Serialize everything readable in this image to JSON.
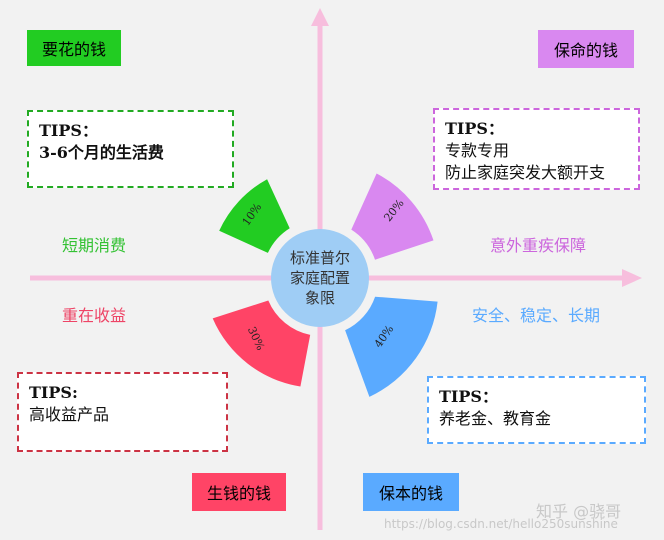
{
  "quadrants": {
    "top_left": {
      "tag": "要花的钱",
      "tips_title": "TIPS：",
      "tips_lines": [
        "3-6个月的生活费"
      ],
      "label": "短期消费",
      "percent": "10%"
    },
    "top_right": {
      "tag": "保命的钱",
      "tips_title": "TIPS：",
      "tips_lines": [
        "专款专用",
        "防止家庭突发大额开支"
      ],
      "label": "意外重疾保障",
      "percent": "20%"
    },
    "bottom_left": {
      "tag": "生钱的钱",
      "tips_title": "TIPS:",
      "tips_lines": [
        "高收益产品"
      ],
      "label": "重在收益",
      "percent": "30%"
    },
    "bottom_right": {
      "tag": "保本的钱",
      "tips_title": "TIPS：",
      "tips_lines": [
        "养老金、教育金"
      ],
      "label": "安全、稳定、长期",
      "percent": "40%"
    }
  },
  "center": {
    "lines": [
      "标准普尔",
      "家庭配置",
      "象限"
    ]
  },
  "watermark": {
    "zhihu": "知乎 @骁哥",
    "url": "https://blog.csdn.net/hello250sunshine"
  },
  "colors": {
    "green": "#22cc22",
    "violet": "#d988f0",
    "red": "#ff4466",
    "blue": "#5aaaff",
    "center": "#9fcdf5",
    "axis": "#f7bedd"
  }
}
